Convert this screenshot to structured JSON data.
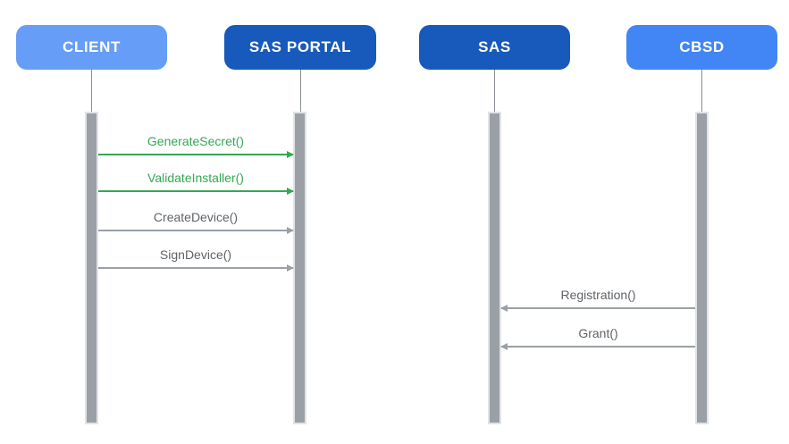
{
  "diagram": {
    "type": "sequence-diagram",
    "background_color": "#FFFFFF",
    "actors": [
      {
        "id": "client",
        "label": "CLIENT",
        "color": "#669DF6"
      },
      {
        "id": "sas-portal",
        "label": "SAS PORTAL",
        "color": "#185ABC"
      },
      {
        "id": "sas",
        "label": "SAS",
        "color": "#185ABC"
      },
      {
        "id": "cbsd",
        "label": "CBSD",
        "color": "#4285F4"
      }
    ],
    "lifeline": {
      "stem_color": "#8A9096",
      "activation_fill": "#9AA0A6",
      "activation_border": "#E1E3E6"
    },
    "messages": [
      {
        "label": "GenerateSecret()",
        "from": "CLIENT",
        "to": "SAS PORTAL",
        "direction": "right",
        "color": "#34A853"
      },
      {
        "label": "ValidateInstaller()",
        "from": "CLIENT",
        "to": "SAS PORTAL",
        "direction": "right",
        "color": "#34A853"
      },
      {
        "label": "CreateDevice()",
        "from": "CLIENT",
        "to": "SAS PORTAL",
        "direction": "right",
        "color": "#9AA0A6"
      },
      {
        "label": "SignDevice()",
        "from": "CLIENT",
        "to": "SAS PORTAL",
        "direction": "right",
        "color": "#9AA0A6"
      },
      {
        "label": "Registration()",
        "from": "CBSD",
        "to": "SAS",
        "direction": "left",
        "color": "#9AA0A6"
      },
      {
        "label": "Grant()",
        "from": "CBSD",
        "to": "SAS",
        "direction": "left",
        "color": "#9AA0A6"
      }
    ]
  }
}
